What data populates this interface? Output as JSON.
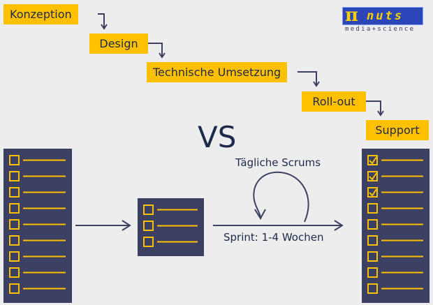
{
  "waterfall": {
    "steps": [
      "Konzeption",
      "Design",
      "Technische Umsetzung",
      "Roll-out",
      "Support"
    ]
  },
  "vs_label": "VS",
  "scrum": {
    "daily_label": "Tägliche Scrums",
    "sprint_label": "Sprint: 1-4 Wochen",
    "backlog_items": 9,
    "sprint_items": 3,
    "done_items": 3
  },
  "logo": {
    "symbol": "π",
    "word": "nuts",
    "tagline": "media+science"
  },
  "colors": {
    "accent": "#ffc000",
    "navy": "#3c4063",
    "text": "#1e2a4c",
    "background": "#ededed"
  }
}
